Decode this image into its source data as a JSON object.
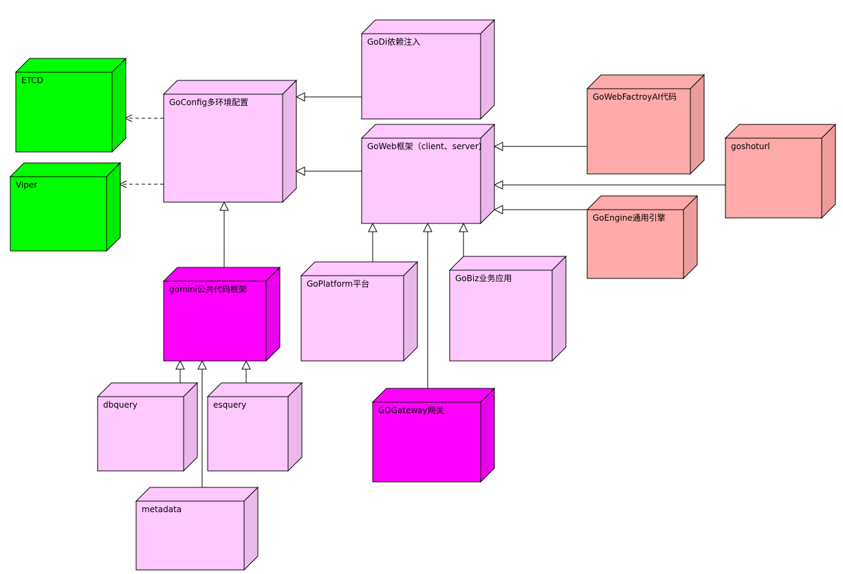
{
  "colors": {
    "light_pink": "#ffc8ff",
    "magenta": "#ff00ff",
    "green": "#00ff00",
    "salmon": "#ffaaaa",
    "line": "#000000"
  },
  "nodes": {
    "etcd": {
      "label": "ETCD",
      "color": "green"
    },
    "viper": {
      "label": "Viper",
      "color": "green"
    },
    "goconfig": {
      "label": "GoConfig多环境配置",
      "color": "light_pink"
    },
    "godi": {
      "label": "GoDi依赖注入",
      "color": "light_pink"
    },
    "goweb": {
      "label": "GoWeb框架（client、server)",
      "color": "light_pink"
    },
    "gowebfactory": {
      "label": "GoWebFactroyAI代码",
      "color": "salmon"
    },
    "goshoturl": {
      "label": "goshoturl",
      "color": "salmon"
    },
    "goengine": {
      "label": "GoEngine通用引擎",
      "color": "salmon"
    },
    "gomini": {
      "label": "gomini公共代码框架",
      "color": "magenta"
    },
    "goplatform": {
      "label": "GoPlatform平台",
      "color": "light_pink"
    },
    "gobiz": {
      "label": "GoBiz业务应用",
      "color": "light_pink"
    },
    "dbquery": {
      "label": "dbquery",
      "color": "light_pink"
    },
    "esquery": {
      "label": "esquery",
      "color": "light_pink"
    },
    "metadata": {
      "label": "metadata",
      "color": "light_pink"
    },
    "gogateway": {
      "label": "GOGateway网关",
      "color": "magenta"
    }
  },
  "edges": [
    {
      "from": "goconfig",
      "to": "etcd",
      "kind": "dependency"
    },
    {
      "from": "goconfig",
      "to": "viper",
      "kind": "dependency"
    },
    {
      "from": "godi",
      "to": "goconfig",
      "kind": "generalization"
    },
    {
      "from": "goweb",
      "to": "goconfig",
      "kind": "generalization"
    },
    {
      "from": "gomini",
      "to": "goconfig",
      "kind": "generalization"
    },
    {
      "from": "gowebfactory",
      "to": "goweb",
      "kind": "generalization"
    },
    {
      "from": "goshoturl",
      "to": "goweb",
      "kind": "generalization"
    },
    {
      "from": "goengine",
      "to": "goweb",
      "kind": "generalization"
    },
    {
      "from": "goplatform",
      "to": "goweb",
      "kind": "generalization"
    },
    {
      "from": "gogateway",
      "to": "goweb",
      "kind": "generalization"
    },
    {
      "from": "gobiz",
      "to": "goweb",
      "kind": "generalization"
    },
    {
      "from": "dbquery",
      "to": "gomini",
      "kind": "generalization"
    },
    {
      "from": "metadata",
      "to": "gomini",
      "kind": "generalization"
    },
    {
      "from": "esquery",
      "to": "gomini",
      "kind": "generalization"
    }
  ]
}
